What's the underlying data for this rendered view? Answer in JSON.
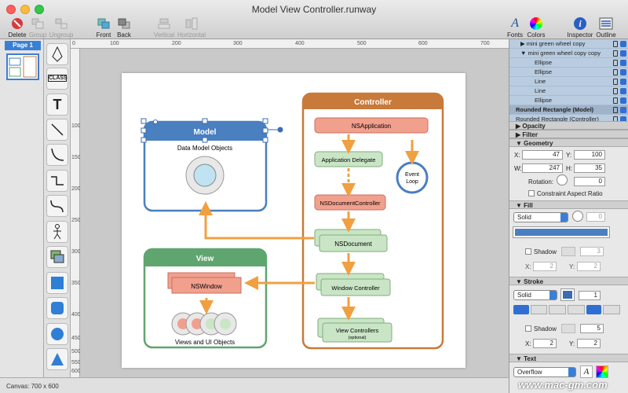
{
  "window": {
    "title": "Model View Controller.runway"
  },
  "toolbar": {
    "delete": "Delete",
    "group": "Group",
    "ungroup": "Ungroup",
    "front": "Front",
    "back": "Back",
    "vertical": "Vertical",
    "horizontal": "Horizontal",
    "fonts": "Fonts",
    "colors": "Colors",
    "inspector": "Inspector",
    "outline": "Outline"
  },
  "pages": {
    "label": "Page 1"
  },
  "tools": {
    "class_label": "CLASS",
    "text_label": "T"
  },
  "ruler": {
    "top": [
      "0",
      "100",
      "200",
      "300",
      "400",
      "500",
      "600",
      "700"
    ],
    "left": [
      "100",
      "150",
      "200",
      "250",
      "300",
      "350",
      "400",
      "450",
      "500",
      "550",
      "600"
    ]
  },
  "status": {
    "canvas": "Canvas: 700 x 600"
  },
  "diagram": {
    "model_title": "Model",
    "model_sub": "Data Model Objects",
    "view_title": "View",
    "view_sub": "Views and UI Objects",
    "nswindow": "NSWindow",
    "controller_title": "Controller",
    "nsapplication": "NSApplication",
    "app_delegate": "Application Delegate",
    "event_loop_1": "Event",
    "event_loop_2": "Loop",
    "nsdoccontroller": "NSDocumentController",
    "nsdocument": "NSDocument",
    "window_controller": "Window Controller",
    "view_controllers": "View Controllers",
    "optional": "(optional)"
  },
  "layers": [
    {
      "label": "mini green wheel copy",
      "arrow": "▶",
      "indent": true
    },
    {
      "label": "mini green wheel copy copy",
      "arrow": "▼",
      "indent": true
    },
    {
      "label": "Ellipse",
      "arrow": "",
      "indent": true,
      "deep": true
    },
    {
      "label": "Ellipse",
      "arrow": "",
      "indent": true,
      "deep": true
    },
    {
      "label": "Line",
      "arrow": "",
      "indent": true,
      "deep": true
    },
    {
      "label": "Line",
      "arrow": "",
      "indent": true,
      "deep": true
    },
    {
      "label": "Ellipse",
      "arrow": "",
      "indent": true,
      "deep": true
    },
    {
      "label": "Rounded Rectangle (Model)",
      "arrow": "",
      "indent": false,
      "selected": true
    },
    {
      "label": "Rounded Rectangle (Controller)",
      "arrow": "",
      "indent": false
    }
  ],
  "inspector": {
    "opacity": "Opacity",
    "filter": "Filter",
    "geometry": "Geometry",
    "x_label": "X:",
    "x": "47",
    "y_label": "Y:",
    "y": "100",
    "w_label": "W:",
    "w": "247",
    "h_label": "H:",
    "h": "35",
    "rotation_label": "Rotation:",
    "rotation": "0",
    "aspect": "Constraint Aspect Ratio",
    "fill": "Fill",
    "fill_type": "Solid",
    "fill_opacity": "0",
    "fill_color": "#4a7fc0",
    "shadow": "Shadow",
    "shadow_blur": "3",
    "sx": "2",
    "sy": "2",
    "stroke": "Stroke",
    "stroke_type": "Solid",
    "stroke_width": "1",
    "stroke_color": "#3a6db3",
    "stroke_shadow": "Shadow",
    "stroke_shadow_blur": "5",
    "stx": "2",
    "sty": "2",
    "text": "Text",
    "overflow": "Overflow"
  },
  "watermark": {
    "text": "www.mac-gm.com"
  },
  "colors": {
    "model": "#4a7fc0",
    "view": "#5fa56f",
    "controller": "#c87a3a",
    "arrow": "#f0a040",
    "salmon": "#f2a08e",
    "green_box": "#c9e5c6"
  }
}
